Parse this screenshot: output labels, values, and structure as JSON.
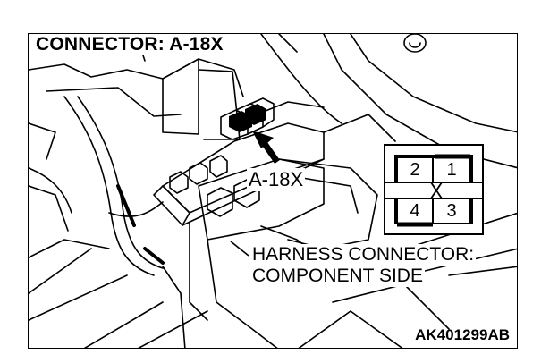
{
  "title": "CONNECTOR: A-18X",
  "callout_label": "A-18X",
  "note": {
    "line1": "HARNESS CONNECTOR:",
    "line2": "COMPONENT SIDE"
  },
  "diagram_code": "AK401299AB",
  "pins": {
    "top_left": "2",
    "top_right": "1",
    "bottom_left": "4",
    "bottom_right": "3",
    "center_mark": "X"
  }
}
